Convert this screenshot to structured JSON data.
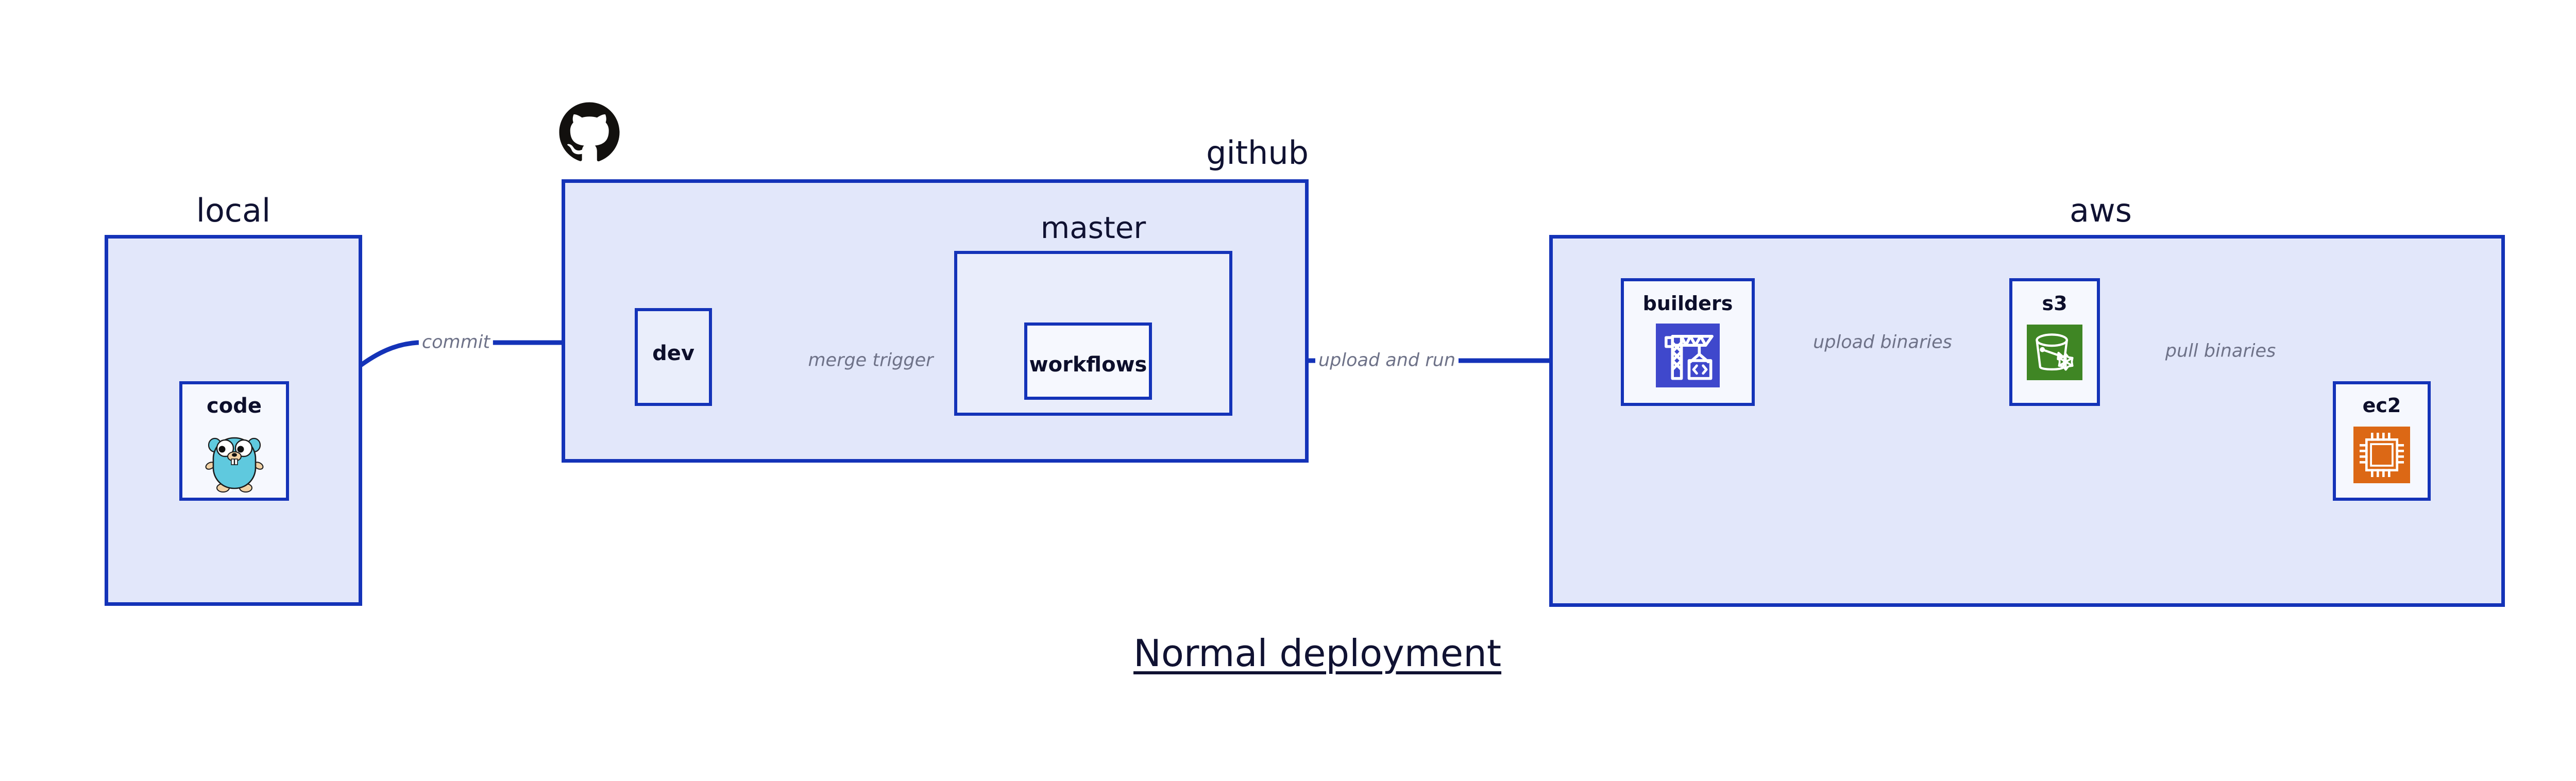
{
  "diagram": {
    "title": "Normal deployment",
    "accent_border": "#1433B8",
    "group_fill": "#E2E7FA",
    "node_fill": "#EAEEFB",
    "label_color": "#6E7288",
    "text_color": "#101232",
    "background": "#FFFFFF"
  },
  "groups": [
    {
      "id": "local",
      "title": "local",
      "title_align": "center"
    },
    {
      "id": "github",
      "title": "github",
      "title_align": "right"
    },
    {
      "id": "master",
      "title": "master",
      "title_align": "center"
    },
    {
      "id": "aws",
      "title": "aws",
      "title_align": "right"
    }
  ],
  "nodes": [
    {
      "id": "code",
      "label": "code",
      "icon": "go-gopher-icon",
      "icon_color": "#5FC9DE"
    },
    {
      "id": "dev",
      "label": "dev",
      "icon": null,
      "icon_color": null
    },
    {
      "id": "workflows",
      "label": "workflows",
      "icon": null,
      "icon_color": null
    },
    {
      "id": "builders",
      "label": "builders",
      "icon": "aws-codebuild-icon",
      "icon_color": "#3F48CC"
    },
    {
      "id": "s3",
      "label": "s3",
      "icon": "aws-s3-glacier-icon",
      "icon_color": "#3F8624"
    },
    {
      "id": "ec2",
      "label": "ec2",
      "icon": "aws-ec2-icon",
      "icon_color": "#DC6815"
    }
  ],
  "edges": [
    {
      "id": "commit",
      "label": "commit",
      "from": "code",
      "to": "dev"
    },
    {
      "id": "merge-trigger",
      "label": "merge trigger",
      "from": "dev",
      "to": "workflows"
    },
    {
      "id": "upload-and-run",
      "label": "upload and run",
      "from": "workflows",
      "to": "builders"
    },
    {
      "id": "upload-binaries",
      "label": "upload binaries",
      "from": "builders",
      "to": "s3"
    },
    {
      "id": "pull-binaries",
      "label": "pull binaries",
      "from": "s3",
      "to": "ec2"
    }
  ],
  "logos": [
    {
      "id": "github-logo",
      "name": "github-octocat-logo",
      "color": "#12100E"
    }
  ]
}
